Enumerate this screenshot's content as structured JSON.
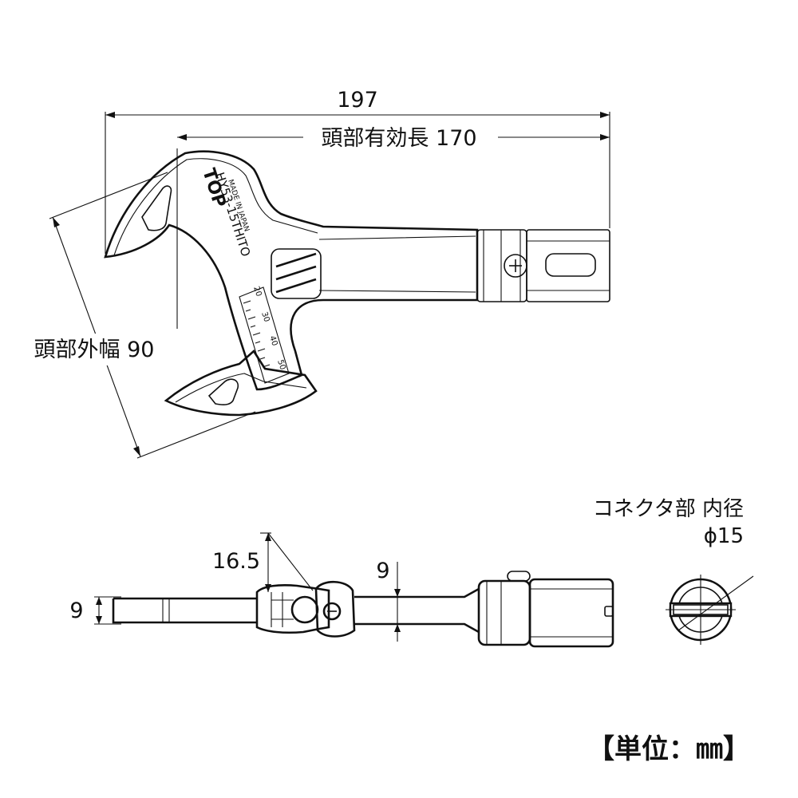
{
  "dimensions": {
    "overall_length": "197",
    "head_effective_length": "頭部有効長 170",
    "head_outer_width": "頭部外幅 90",
    "handle_thickness": "9",
    "head_thickness": "16.5",
    "shaft_thickness": "9",
    "connector_label": "コネクタ部 内径",
    "connector_diameter": "ϕ15"
  },
  "engraving": {
    "brand": "TOP",
    "model": "HY53-15THITO",
    "origin": "MADE IN JAPAN",
    "scale": [
      "20",
      "30",
      "40",
      "50"
    ]
  },
  "unit_note": "【単位：㎜】"
}
